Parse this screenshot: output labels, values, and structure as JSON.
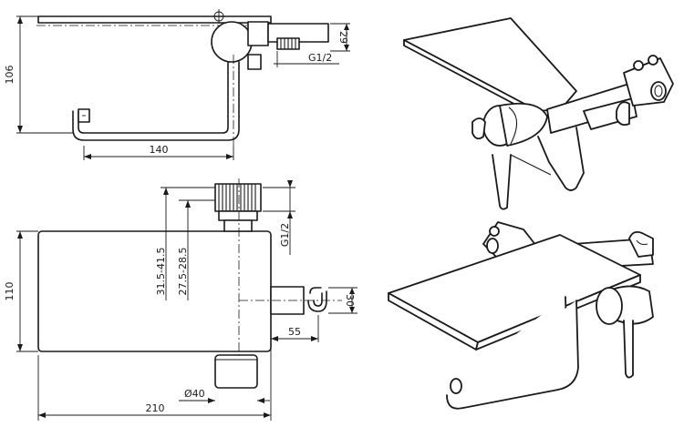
{
  "dimensions": {
    "height_106": "106",
    "width_140": "140",
    "depth_29": "29",
    "thread_top": "G1/2",
    "range_a": "31.5-41.5",
    "range_b": "27.5-28.5",
    "thread_mid": "G1/2",
    "height_110": "110",
    "height_30": "30",
    "offset_55": "55",
    "diameter_40": "Ø40",
    "width_210": "210"
  }
}
